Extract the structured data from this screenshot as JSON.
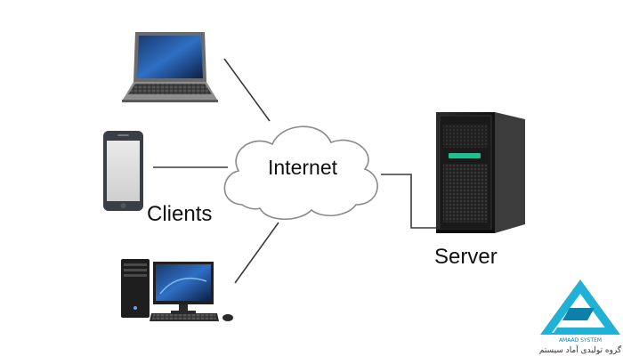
{
  "diagram": {
    "internet_label": "Internet",
    "clients_label": "Clients",
    "server_label": "Server"
  },
  "icons": {
    "laptop": "laptop-icon",
    "phone": "smartphone-icon",
    "desktop": "desktop-computer-icon",
    "cloud": "cloud-icon",
    "server": "tower-server-icon"
  },
  "logo": {
    "brand_en": "AMAAD SYSTEM",
    "brand_fa": "گروه تولیدی آماد سیستم",
    "colors": {
      "primary": "#1fb2d6",
      "dark": "#0e7fa8"
    }
  },
  "colors": {
    "line": "#3a3a3a",
    "cloud_stroke": "#8a8a8a",
    "server_body": "#1c1c1c",
    "server_accent": "#1fbf8f"
  }
}
